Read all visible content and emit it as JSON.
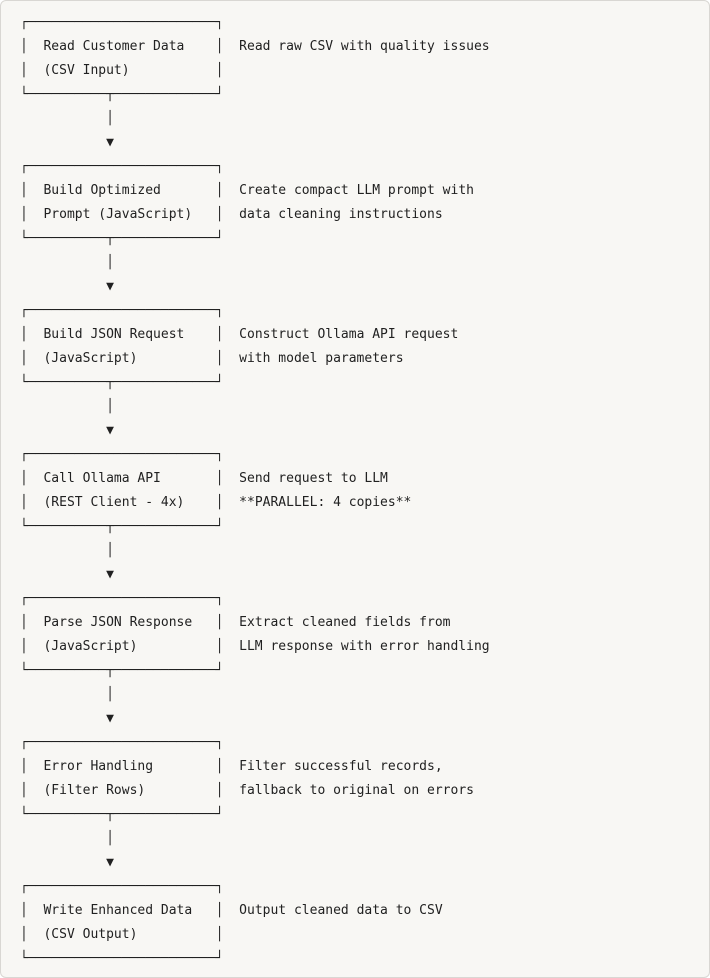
{
  "page": {
    "background_color": "#f8f7f4",
    "border_color": "#d9d7d3",
    "text_color": "#212121"
  },
  "diagram": {
    "connector": {
      "line_glyph": "│",
      "arrow_glyph": "▼"
    },
    "steps": [
      {
        "title": "Read Customer Data",
        "subtitle": "(CSV Input)",
        "desc1": "Read raw CSV with quality issues",
        "desc2": ""
      },
      {
        "title": "Build Optimized",
        "subtitle": "Prompt (JavaScript)",
        "desc1": "Create compact LLM prompt with",
        "desc2": "data cleaning instructions"
      },
      {
        "title": "Build JSON Request",
        "subtitle": "(JavaScript)",
        "desc1": "Construct Ollama API request",
        "desc2": "with model parameters"
      },
      {
        "title": "Call Ollama API",
        "subtitle": "(REST Client - 4x)",
        "desc1": "Send request to LLM",
        "desc2": "**PARALLEL: 4 copies**"
      },
      {
        "title": "Parse JSON Response",
        "subtitle": "(JavaScript)",
        "desc1": "Extract cleaned fields from",
        "desc2": "LLM response with error handling"
      },
      {
        "title": "Error Handling",
        "subtitle": "(Filter Rows)",
        "desc1": "Filter successful records,",
        "desc2": "fallback to original on errors"
      },
      {
        "title": "Write Enhanced Data",
        "subtitle": "(CSV Output)",
        "desc1": "Output cleaned data to CSV",
        "desc2": ""
      }
    ]
  }
}
